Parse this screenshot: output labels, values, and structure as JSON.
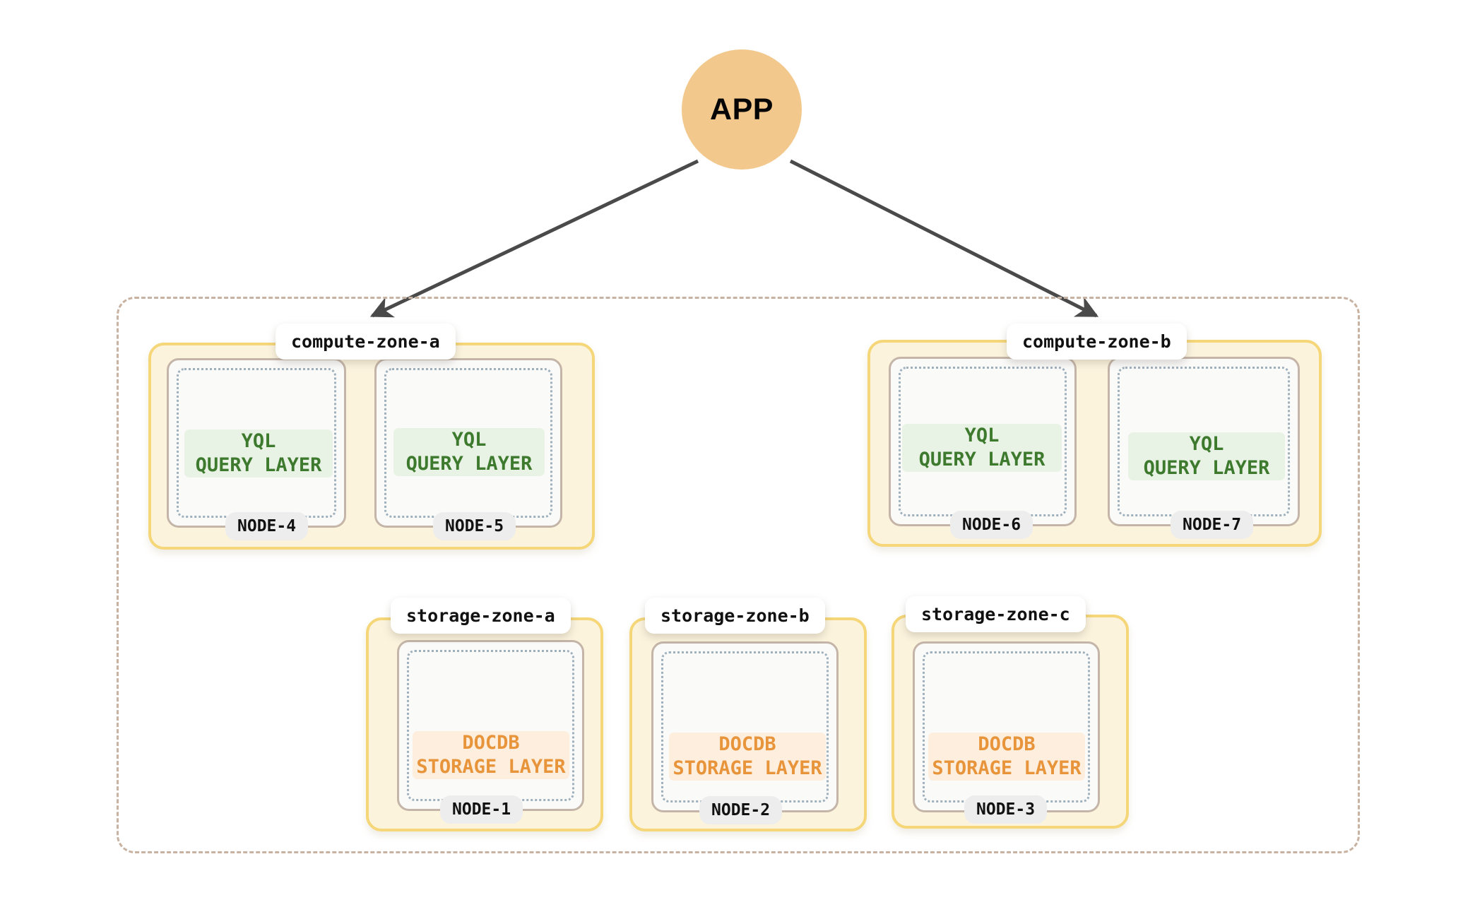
{
  "diagram": {
    "app": {
      "label": "APP"
    },
    "region": {
      "name": "cluster-boundary"
    },
    "arrows": [
      {
        "name": "app-to-compute-zone-a",
        "from": "APP",
        "to": "compute-zone-a"
      },
      {
        "name": "app-to-compute-zone-b",
        "from": "APP",
        "to": "compute-zone-b"
      }
    ],
    "compute_zones": [
      {
        "label": "compute-zone-a",
        "nodes": [
          {
            "tag": "NODE-4",
            "layer_line1": "YQL",
            "layer_line2": "QUERY LAYER"
          },
          {
            "tag": "NODE-5",
            "layer_line1": "YQL",
            "layer_line2": "QUERY LAYER"
          }
        ]
      },
      {
        "label": "compute-zone-b",
        "nodes": [
          {
            "tag": "NODE-6",
            "layer_line1": "YQL",
            "layer_line2": "QUERY LAYER"
          },
          {
            "tag": "NODE-7",
            "layer_line1": "YQL",
            "layer_line2": "QUERY LAYER"
          }
        ]
      }
    ],
    "storage_zones": [
      {
        "label": "storage-zone-a",
        "nodes": [
          {
            "tag": "NODE-1",
            "layer_line1": "DOCDB",
            "layer_line2": "STORAGE LAYER"
          }
        ]
      },
      {
        "label": "storage-zone-b",
        "nodes": [
          {
            "tag": "NODE-2",
            "layer_line1": "DOCDB",
            "layer_line2": "STORAGE LAYER"
          }
        ]
      },
      {
        "label": "storage-zone-c",
        "nodes": [
          {
            "tag": "NODE-3",
            "layer_line1": "DOCDB",
            "layer_line2": "STORAGE LAYER"
          }
        ]
      }
    ],
    "colors": {
      "app_fill": "#f2c88c",
      "zone_fill": "#fbf3dc",
      "zone_border": "#f5d678",
      "region_border": "#c8b2a2",
      "node_border": "#c4b5a8",
      "node_inner_border": "#9fb0bd",
      "yql_band_bg": "#e9f3e5",
      "yql_text": "#3d7a2e",
      "docdb_band_bg": "#fdeede",
      "docdb_text": "#e8943a",
      "arrow": "#4a4a4a"
    }
  }
}
